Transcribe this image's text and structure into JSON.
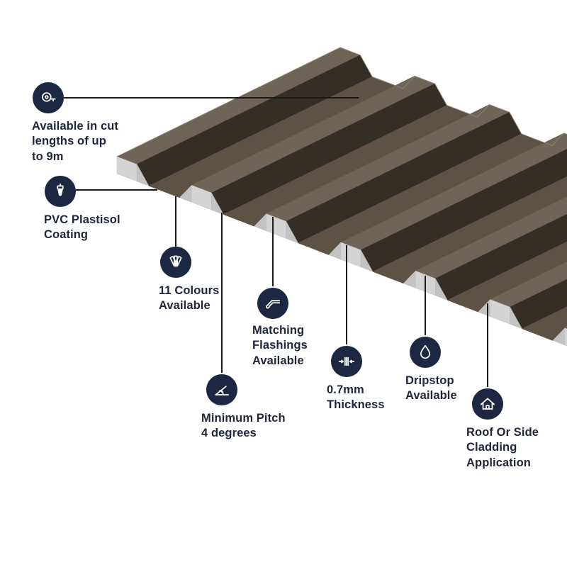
{
  "page": {
    "description_visible_text_only": true
  },
  "colors": {
    "background": "#ffffff",
    "icon_bg": "#1c2742",
    "icon_glyph": "#ffffff",
    "text": "#20263c",
    "line": "#1a1a1a",
    "sheet_ridge": "#6f6455",
    "sheet_valley": "#5e5244",
    "sheet_slope_dark": "#352e26",
    "sheet_slope_mid": "#473e33",
    "sheet_cut_edge": "#d4d4d4"
  },
  "product_image": {
    "subject": "box-profile corrugated roofing sheet, brown PVC plastisol finish, shown in perspective"
  },
  "callouts": [
    {
      "id": "cut-lengths",
      "icon": "tape-measure-icon",
      "label": "Available in cut\nlengths of up\nto 9m"
    },
    {
      "id": "coating",
      "icon": "paint-brush-icon",
      "label": "PVC Plastisol\nCoating"
    },
    {
      "id": "colours",
      "icon": "colour-swatch-fan-icon",
      "label": "11 Colours\nAvailable"
    },
    {
      "id": "flashings",
      "icon": "flashing-sheet-icon",
      "label": "Matching\nFlashings\nAvailable"
    },
    {
      "id": "pitch",
      "icon": "pitch-angle-icon",
      "label": "Minimum Pitch\n4 degrees"
    },
    {
      "id": "thickness",
      "icon": "thickness-gauge-icon",
      "label": "0.7mm\nThickness"
    },
    {
      "id": "dripstop",
      "icon": "water-drop-icon",
      "label": "Dripstop\nAvailable"
    },
    {
      "id": "cladding",
      "icon": "house-icon",
      "label": "Roof Or Side\nCladding\nApplication"
    }
  ]
}
